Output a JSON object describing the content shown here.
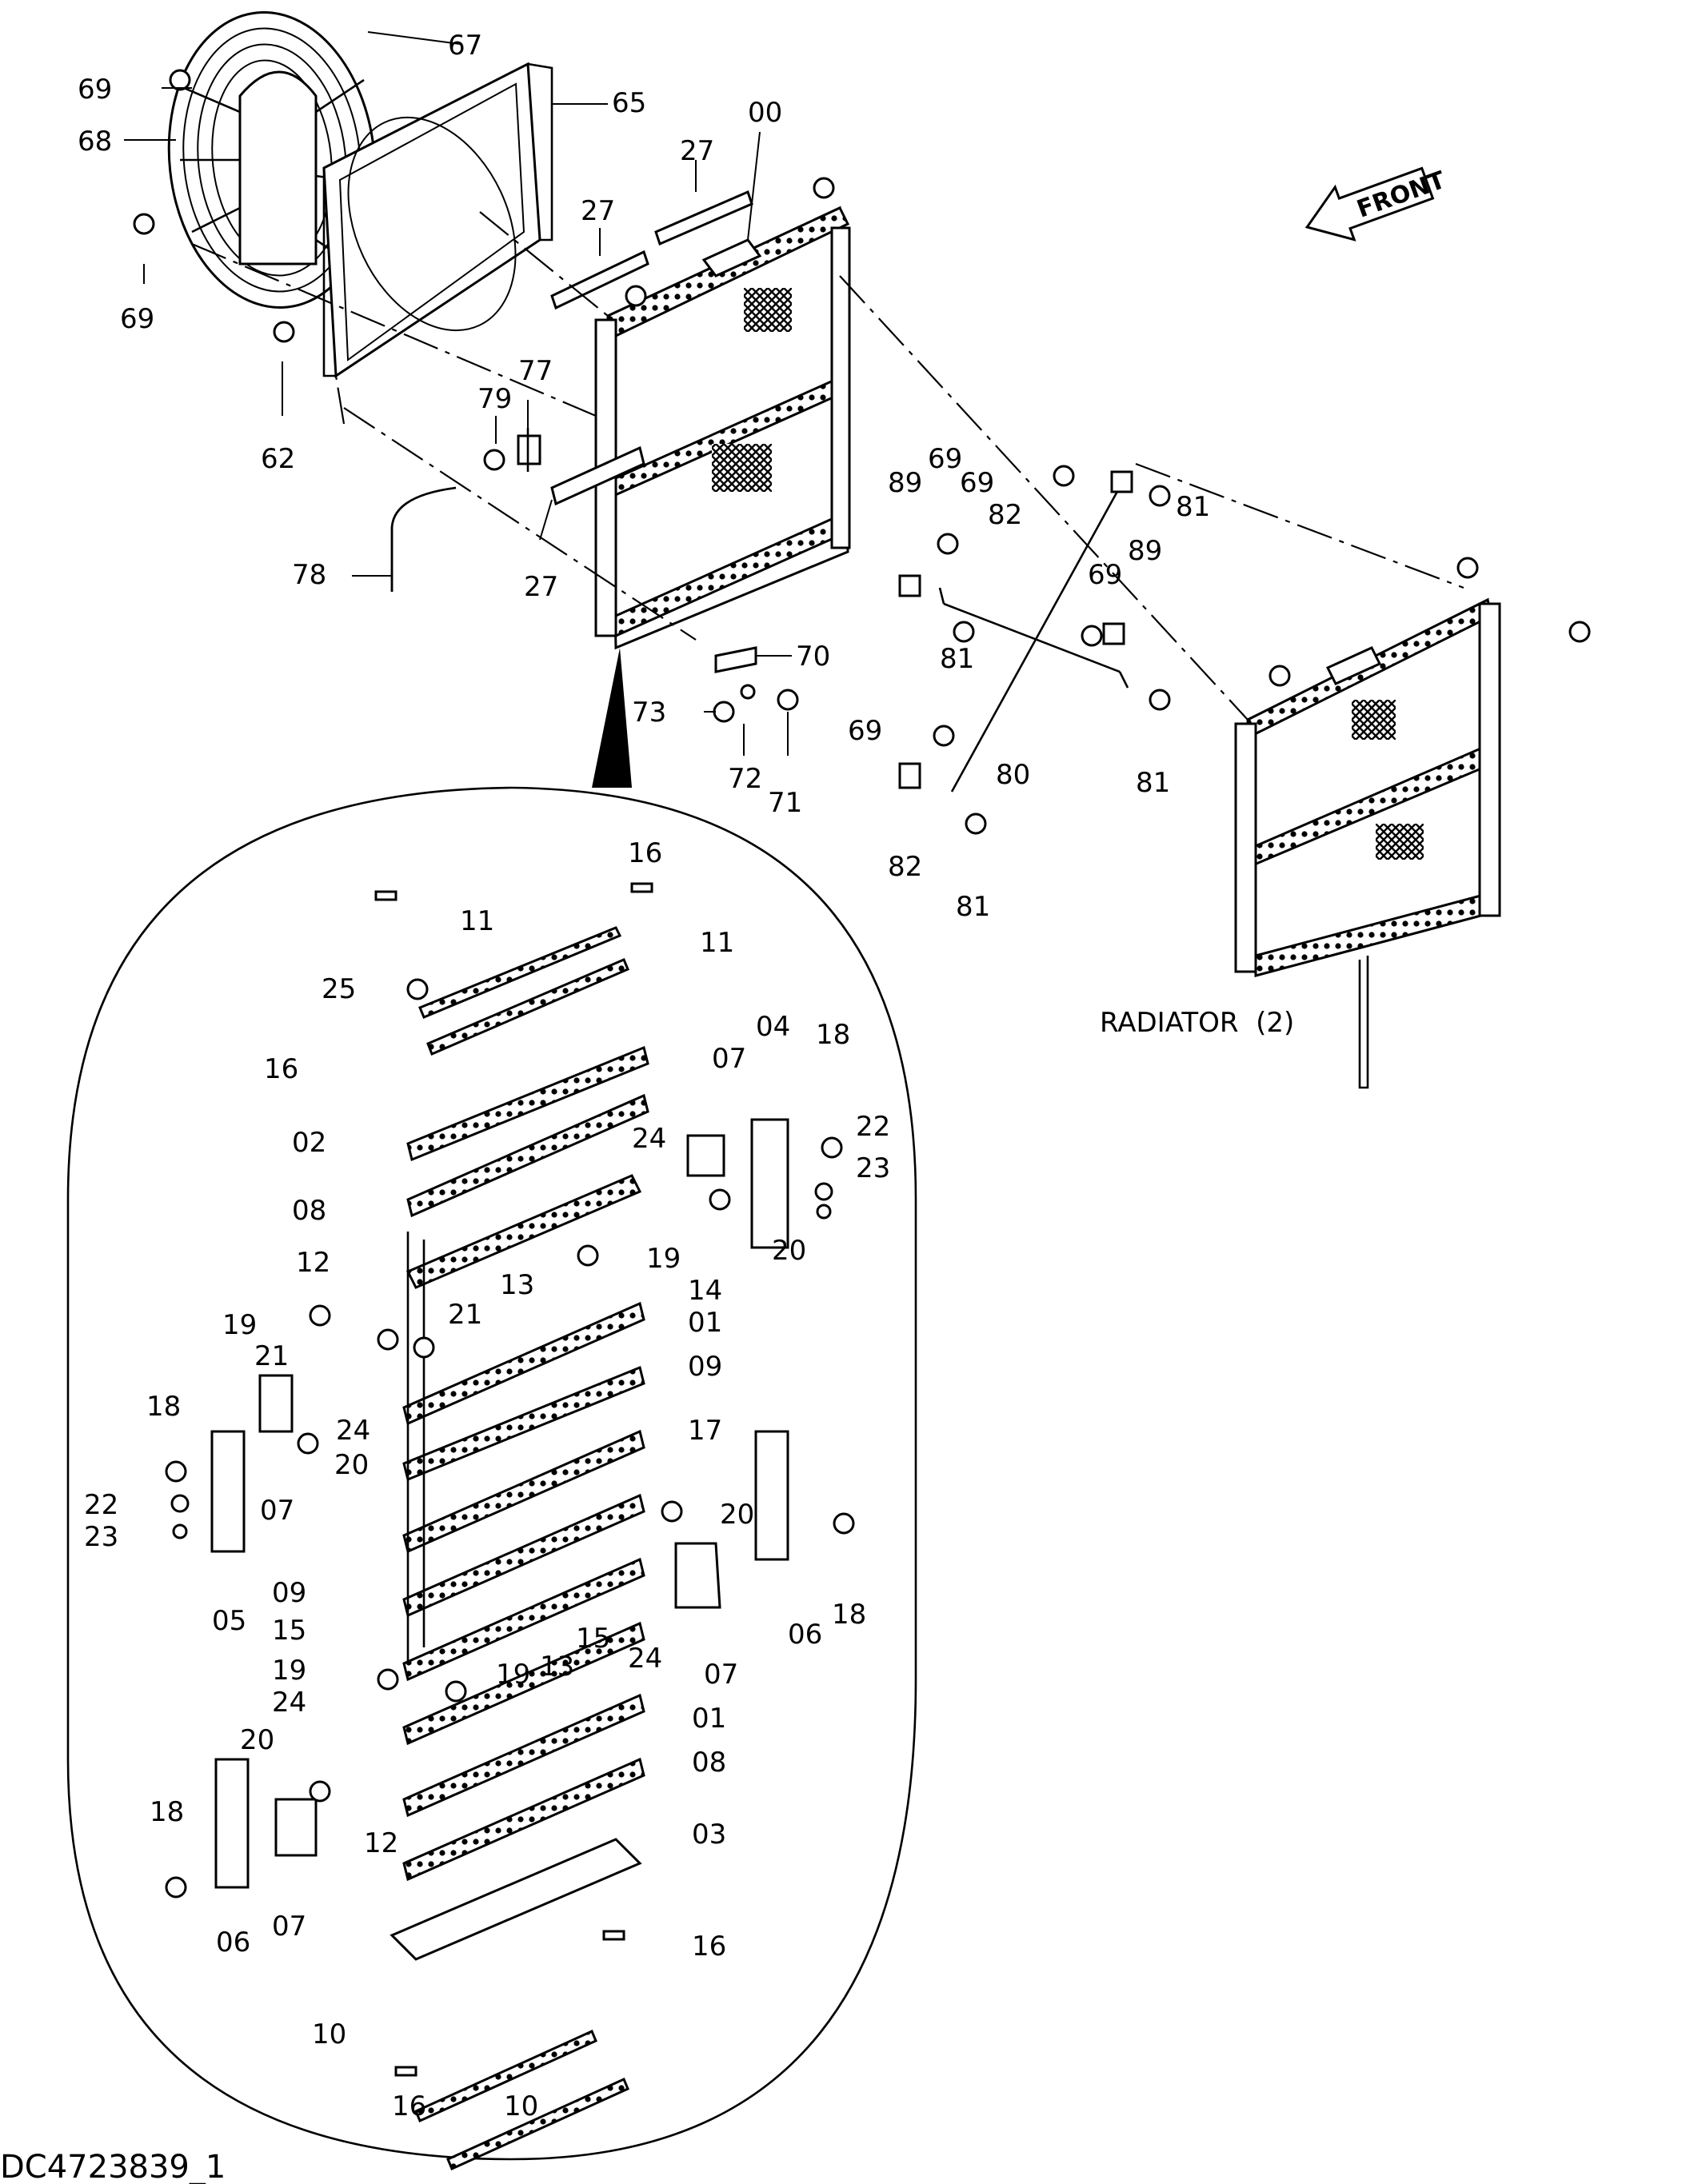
{
  "drawing_id": "DC4723839_1",
  "front_arrow": {
    "text": "FRONT"
  },
  "radiator_note": "RADIATOR  (2)",
  "callouts": {
    "c67": "67",
    "c69a": "69",
    "c65": "65",
    "c68": "68",
    "c69b": "69",
    "c00": "00",
    "c27a": "27",
    "c27b": "27",
    "c27c": "27",
    "c62": "62",
    "c79": "79",
    "c77": "77",
    "c78": "78",
    "c70": "70",
    "c73": "73",
    "c72": "72",
    "c71": "71",
    "c89a": "89",
    "c69c": "69",
    "c69d": "69",
    "c82a": "82",
    "c81a": "81",
    "c89b": "89",
    "c69e": "69",
    "c81b": "81",
    "c80": "80",
    "c81c": "81",
    "c69f": "69",
    "c82b": "82",
    "c81d": "81",
    "c16a": "16",
    "c11a": "11",
    "c11b": "11",
    "c25": "25",
    "c16b": "16",
    "c02": "02",
    "c07a": "07",
    "c04": "04",
    "c18a": "18",
    "c22a": "22",
    "c24a": "24",
    "c23a": "23",
    "c08a": "08",
    "c20a": "20",
    "c12a": "12",
    "c13a": "13",
    "c19a": "19",
    "c14": "14",
    "c19b": "19",
    "c21a": "21",
    "c01a": "01",
    "c21b": "21",
    "c09a": "09",
    "c18b": "18",
    "c24b": "24",
    "c17": "17",
    "c07b": "07",
    "c20b": "20",
    "c22b": "22",
    "c23b": "23",
    "c05": "05",
    "c20c": "20",
    "c18c": "18",
    "c09b": "09",
    "c06a": "06",
    "c07c": "07",
    "c15a": "15",
    "c15b": "15",
    "c24c": "24",
    "c19c": "19",
    "c13b": "13",
    "c19d": "19",
    "c24d": "24",
    "c01b": "01",
    "c20d": "20",
    "c08b": "08",
    "c18d": "18",
    "c12b": "12",
    "c03": "03",
    "c06b": "06",
    "c07d": "07",
    "c16c": "16",
    "c10a": "10",
    "c10b": "10",
    "c16d": "16"
  }
}
